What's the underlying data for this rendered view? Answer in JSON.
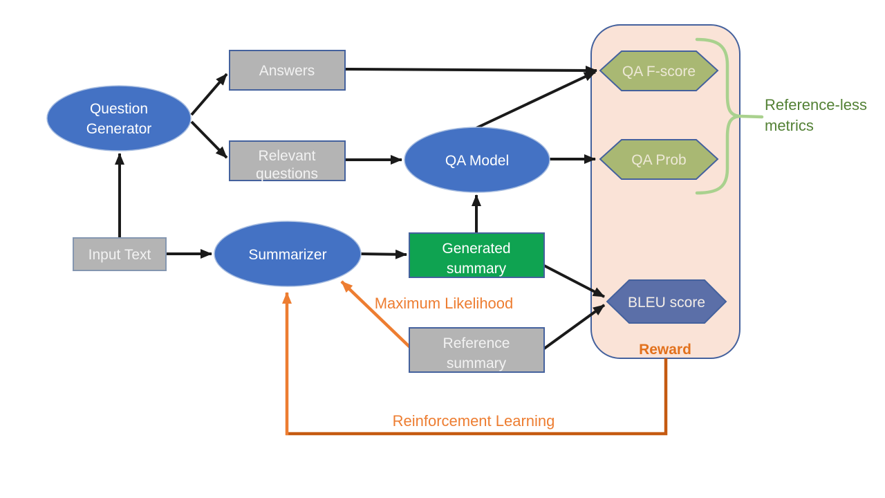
{
  "diagram": {
    "nodes": {
      "question_generator": {
        "lines": [
          "Question",
          "Generator"
        ]
      },
      "answers": {
        "label": "Answers"
      },
      "relevant_questions": {
        "lines": [
          "Relevant",
          "questions"
        ]
      },
      "qa_model": {
        "label": "QA Model"
      },
      "input_text": {
        "label": "Input Text"
      },
      "summarizer": {
        "label": "Summarizer"
      },
      "generated_summary": {
        "lines": [
          "Generated",
          "summary"
        ]
      },
      "reference_summary": {
        "lines": [
          "Reference",
          "summary"
        ]
      },
      "qa_f_score": {
        "label": "QA F-score"
      },
      "qa_prob": {
        "label": "QA Prob"
      },
      "bleu_score": {
        "label": "BLEU score"
      }
    },
    "labels": {
      "reward": "Reward",
      "maximum_likelihood": "Maximum Likelihood",
      "reinforcement_learning": "Reinforcement Learning",
      "reference_less_metrics": {
        "lines": [
          "Reference-less",
          "metrics"
        ]
      }
    },
    "colors": {
      "node_blue": "#4472C4",
      "box_gray": "#B4B4B4",
      "box_green": "#0FA351",
      "hex_olive": "#A9B873",
      "hex_slate": "#5B6FA8",
      "panel_peach": "#FAE3D7",
      "border_blue": "#44619D",
      "orange": "#ED7D31",
      "orange_dark": "#C55A11",
      "reward_orange": "#E2711D",
      "brace_green": "#A9D18E",
      "metrics_green": "#538135",
      "arrow_black": "#1A1A1A"
    }
  }
}
